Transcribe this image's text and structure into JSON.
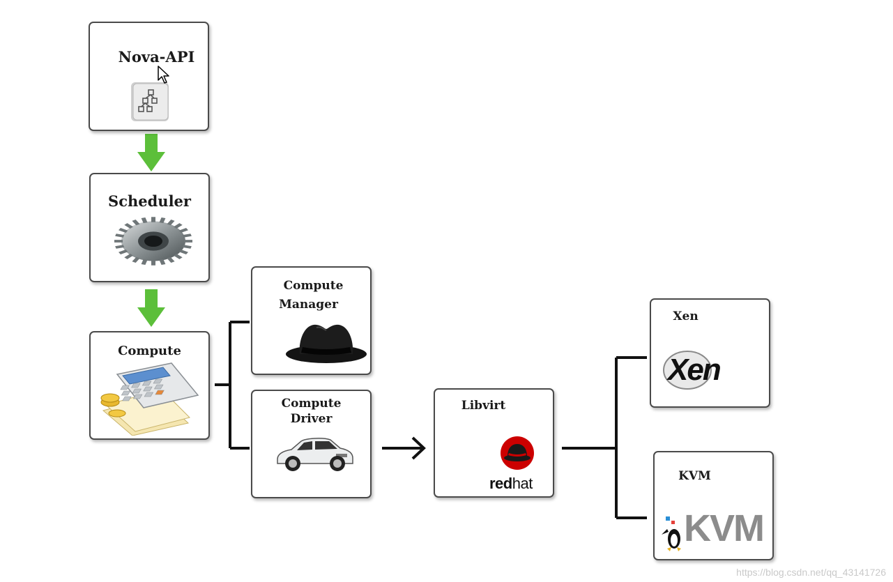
{
  "nodes": {
    "nova_api": {
      "label": "Nova-API",
      "icon": "document-tree-icon"
    },
    "scheduler": {
      "label": "Scheduler",
      "icon": "gear-icon"
    },
    "compute": {
      "label": "Compute",
      "icon": "calculator-icon"
    },
    "compute_manager": {
      "label_line1": "Compute",
      "label_line2": "Manager",
      "icon": "black-hat-icon"
    },
    "compute_driver": {
      "label_line1": "Compute",
      "label_line2": "Driver",
      "icon": "car-icon"
    },
    "libvirt": {
      "label": "Libvirt",
      "icon": "redhat-logo",
      "logo_text_red": "red",
      "logo_text_hat": "hat"
    },
    "xen": {
      "label": "Xen",
      "icon": "xen-logo",
      "logo_text": "Xen"
    },
    "kvm": {
      "label": "KVM",
      "icon": "kvm-logo",
      "logo_text": "KVM"
    }
  },
  "watermark": "https://blog.csdn.net/qq_43141726",
  "colors": {
    "arrow_green": "#5cbf3a",
    "connector": "#111111",
    "redhat_red": "#cc0000"
  }
}
